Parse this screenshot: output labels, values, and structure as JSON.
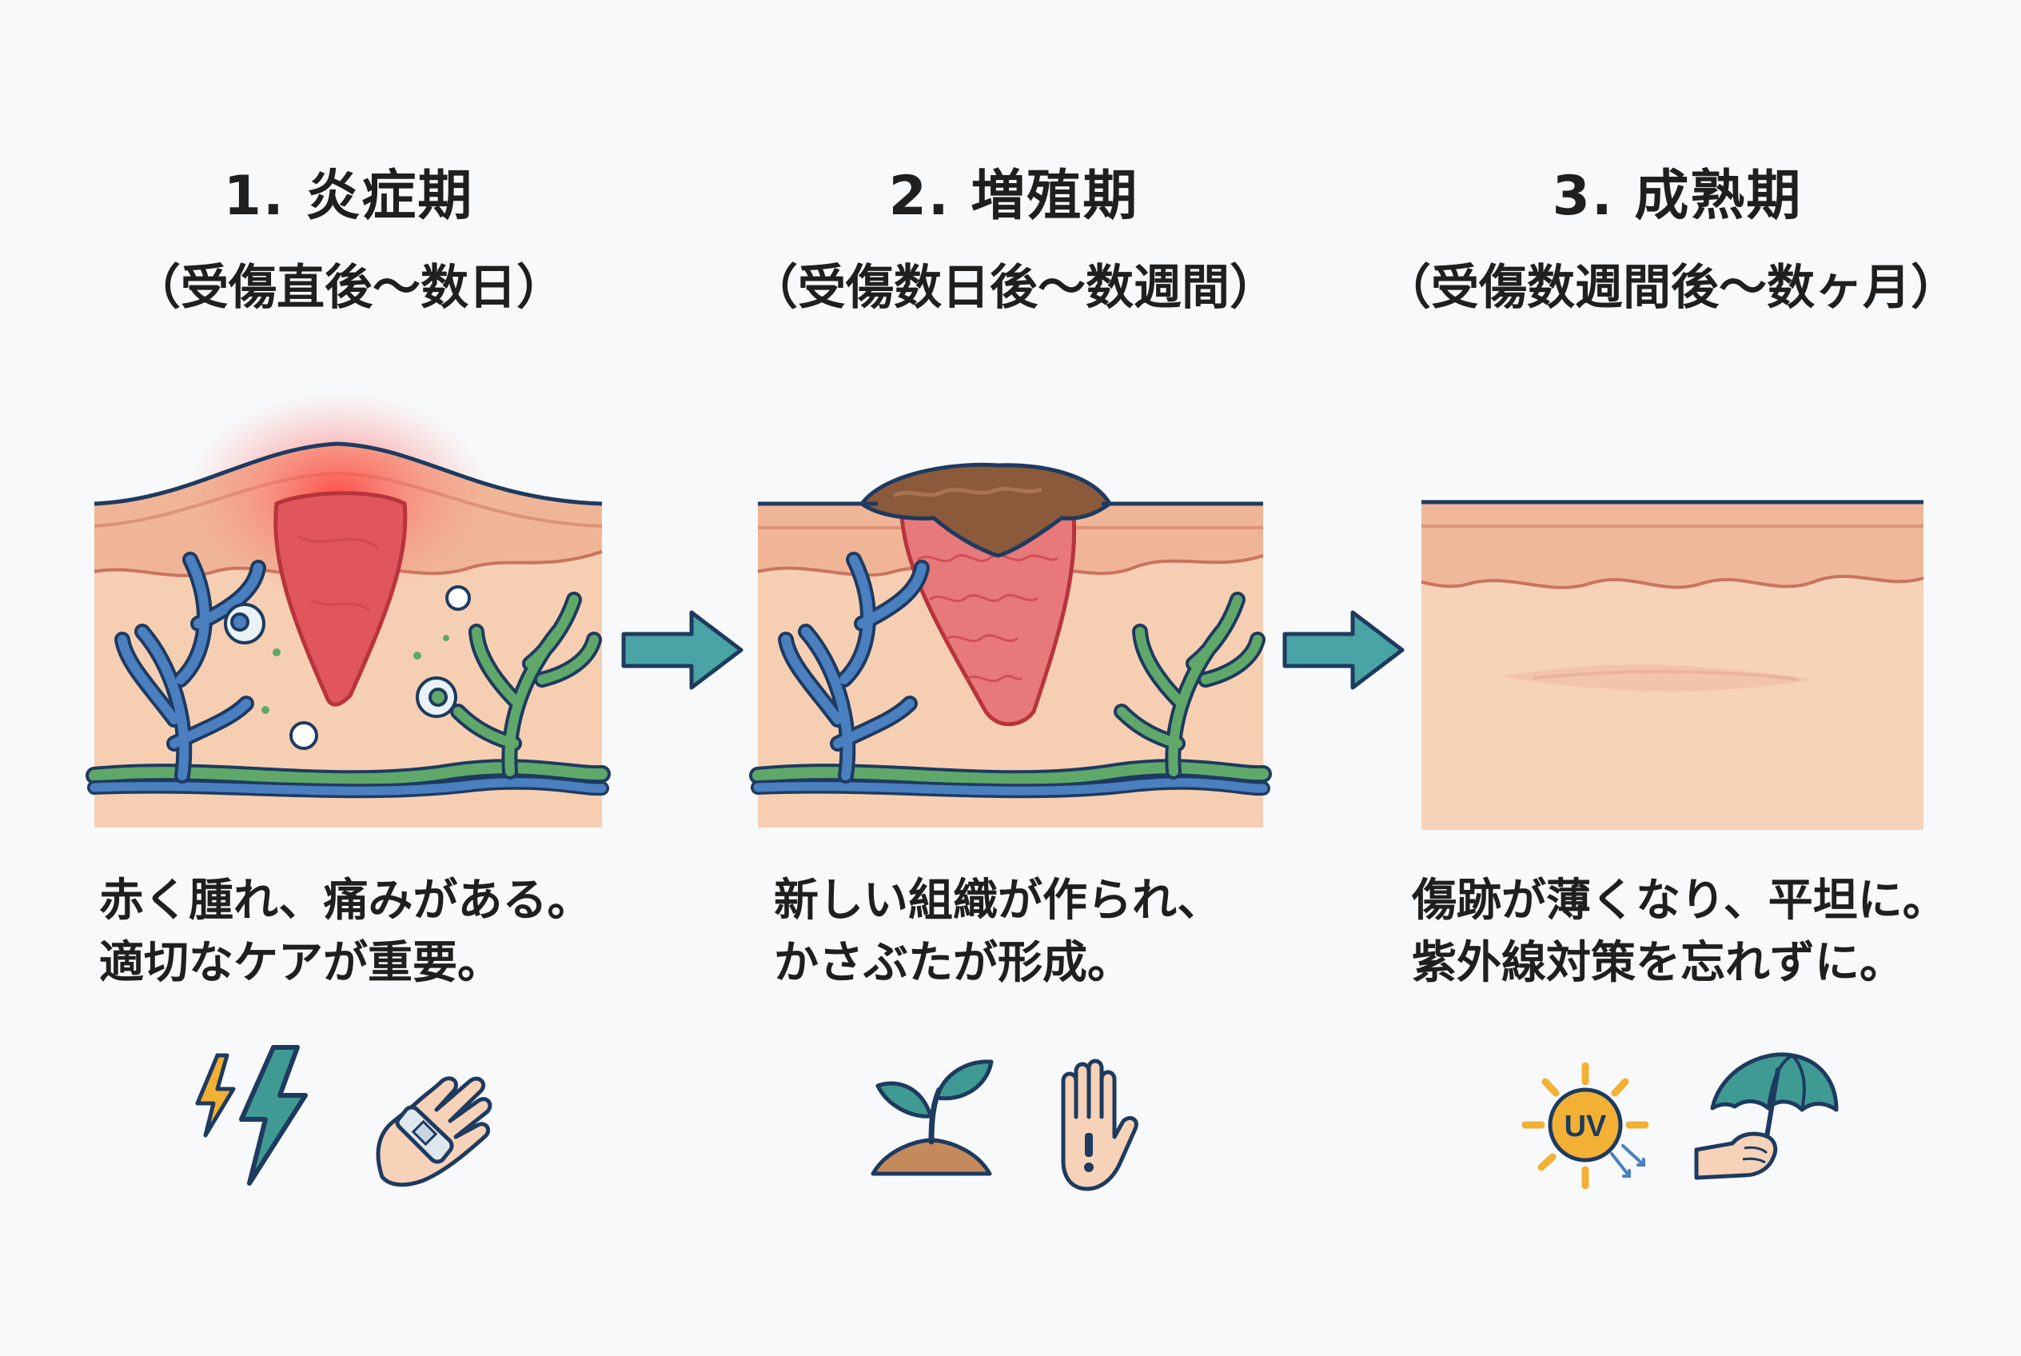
{
  "stages": [
    {
      "title": "1. 炎症期",
      "period": "（受傷直後〜数日）",
      "desc": [
        "赤く腫れ、痛みがある。",
        "適切なケアが重要。"
      ],
      "icons": [
        "lightning-icon",
        "bandaged-hand-icon"
      ]
    },
    {
      "title": "2. 増殖期",
      "period": "（受傷数日後〜数週間）",
      "desc": [
        "新しい組織が作られ、",
        "かさぶたが形成。"
      ],
      "icons": [
        "sprout-icon",
        "hand-warning-icon"
      ]
    },
    {
      "title": "3. 成熟期",
      "period": "（受傷数週間後〜数ヶ月）",
      "desc": [
        "傷跡が薄くなり、平坦に。",
        "紫外線対策を忘れずに。"
      ],
      "icons": [
        "uv-sun-icon",
        "umbrella-hand-icon"
      ]
    }
  ],
  "uv_label": "UV",
  "colors": {
    "outline": "#1e3a5f",
    "skin_top": "#f3c3a4",
    "skin_dermis": "#f6cfb3",
    "wound_red": "#e0565c",
    "scab_brown": "#8a5a3b",
    "vein_blue": "#4a7fc0",
    "vessel_green": "#5fa86a",
    "arrow_teal": "#4aa3a5",
    "sun_yellow": "#f2b134",
    "umbrella_teal": "#3f9a94"
  }
}
